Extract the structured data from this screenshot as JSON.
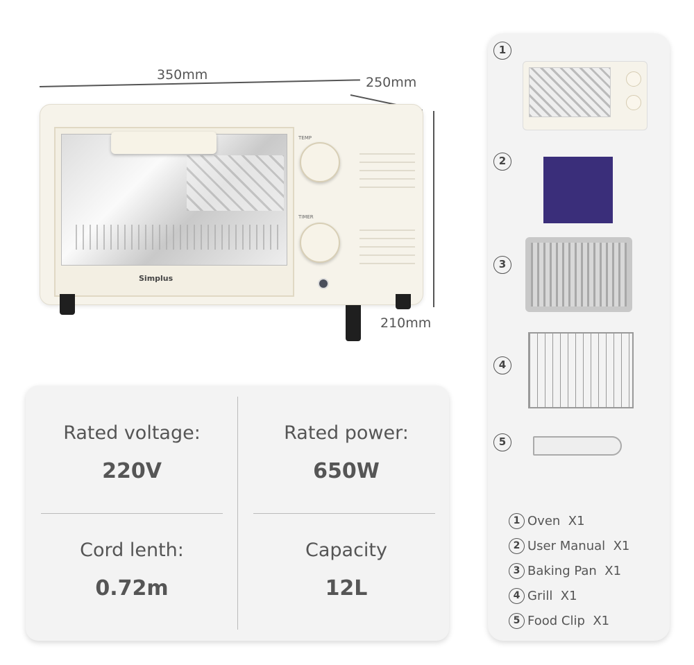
{
  "dimensions": {
    "width": "350mm",
    "depth": "250mm",
    "height": "210mm"
  },
  "oven": {
    "brand": "Simplus",
    "temp_label": "TEMP",
    "timer_label": "TIMER"
  },
  "specs": [
    {
      "label": "Rated voltage:",
      "value": "220V"
    },
    {
      "label": "Rated power:",
      "value": "650W"
    },
    {
      "label": "Cord lenth:",
      "value": "0.72m"
    },
    {
      "label": "Capacity",
      "value": "12L"
    }
  ],
  "package": {
    "markers": [
      "1",
      "2",
      "3",
      "4",
      "5"
    ],
    "items": [
      {
        "num": "1",
        "label": "Oven  X1"
      },
      {
        "num": "2",
        "label": "User Manual  X1"
      },
      {
        "num": "3",
        "label": "Baking Pan  X1"
      },
      {
        "num": "4",
        "label": "Grill  X1"
      },
      {
        "num": "5",
        "label": "Food Clip  X1"
      }
    ]
  },
  "colors": {
    "oven_body": "#f6f3ea",
    "manual_cover": "#3a2e7a",
    "card_bg": "#f3f3f3"
  }
}
